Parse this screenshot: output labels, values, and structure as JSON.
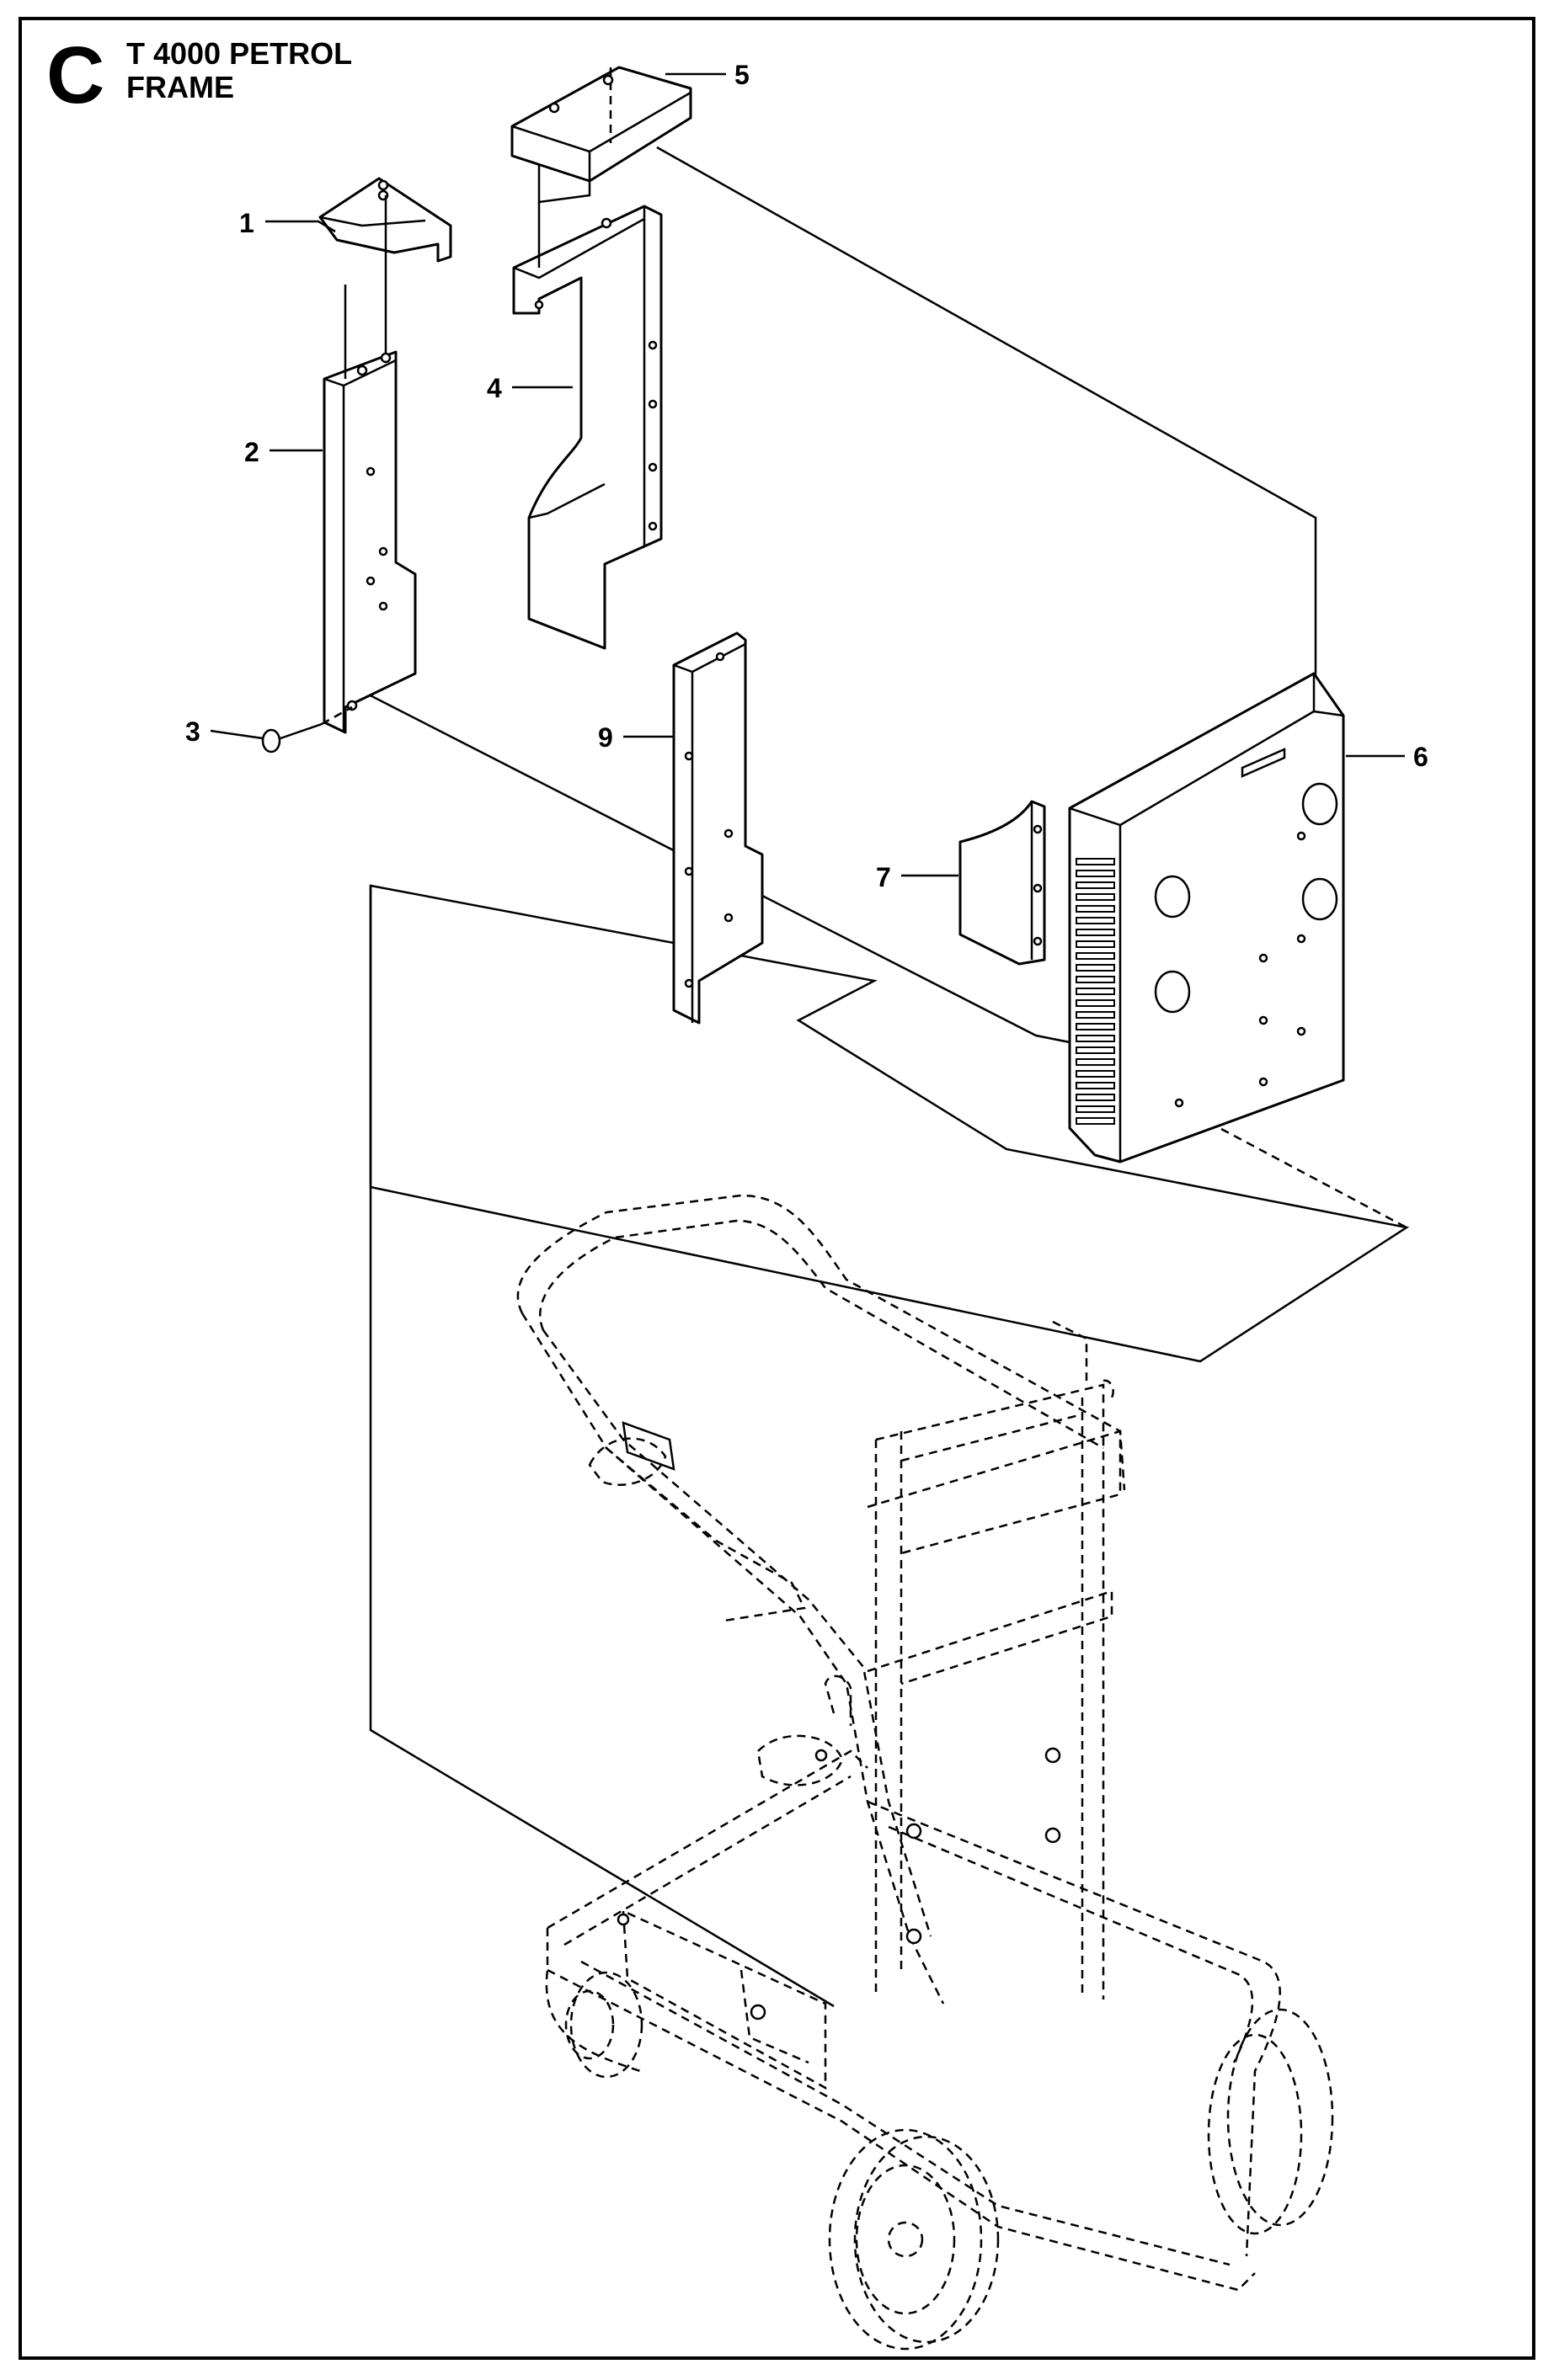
{
  "header": {
    "section_letter": "C",
    "model": "T 4000 PETROL",
    "section": "FRAME"
  },
  "callouts": [
    "1",
    "2",
    "3",
    "4",
    "5",
    "6",
    "7",
    "9"
  ]
}
